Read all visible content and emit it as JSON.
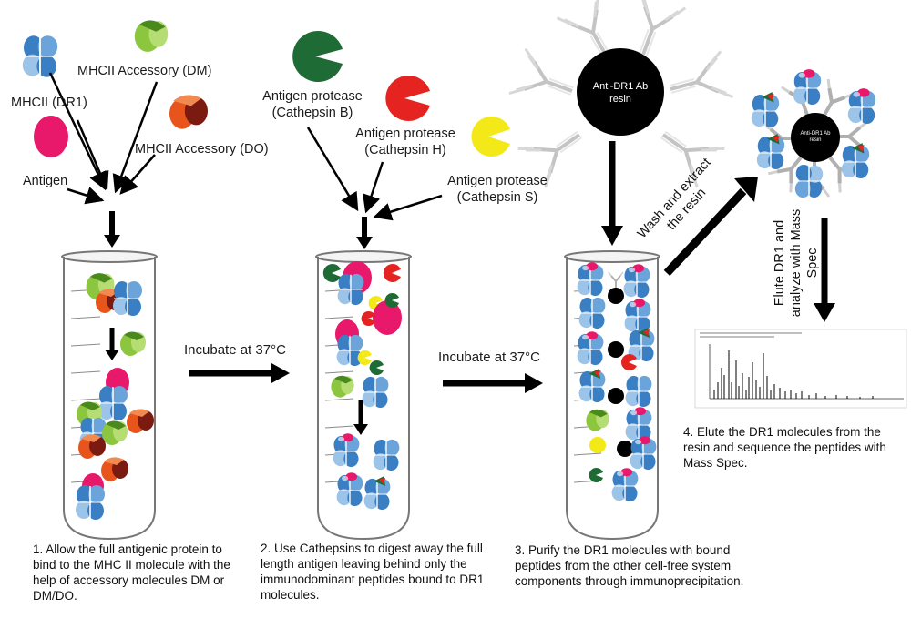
{
  "panel1": {
    "mhcii_label": "MHCII (DR1)",
    "dm_label": "MHCII Accessory (DM)",
    "do_label": "MHCII Accessory (DO)",
    "antigen_label": "Antigen",
    "caption": "1. Allow the full antigenic protein to bind to the MHC II molecule with the help of accessory molecules DM or DM/DO."
  },
  "panel2": {
    "cathepsin_b": [
      "Antigen protease",
      "(Cathepsin B)"
    ],
    "cathepsin_h": [
      "Antigen protease",
      "(Cathepsin H)"
    ],
    "cathepsin_s": [
      "Antigen protease",
      "(Cathepsin S)"
    ],
    "incubate_label": "Incubate at 37°C",
    "caption": "2.  Use Cathepsins to digest away the full length antigen leaving behind only the immunodominant peptides bound to DR1 molecules."
  },
  "panel3": {
    "resin_label": [
      "Anti-DR1 Ab",
      "resin"
    ],
    "incubate_label": "Incubate at 37°C",
    "wash_label": [
      "Wash and extract",
      "the resin"
    ],
    "caption": "3.  Purify the DR1 molecules with bound peptides from the other cell-free system components through immunoprecipitation."
  },
  "panel4": {
    "small_resin_label": [
      "Anti-DR1 Ab",
      "resin"
    ],
    "elute_label": [
      "Elute DR1 and",
      "analyze with Mass",
      "Spec"
    ],
    "caption": "4. Elute the DR1 molecules from the resin and sequence the peptides with Mass Spec."
  },
  "colors": {
    "mhc_blue": "#3a7fc4",
    "mhc_light": "#9cc3e8",
    "antigen_pink": "#e8196b",
    "dm_green": "#8cc63f",
    "dm_dark": "#4a8a1c",
    "do_orange": "#e8551c",
    "do_dark": "#7a1a10",
    "cathepsin_b": "#1f6b35",
    "cathepsin_h": "#e52421",
    "cathepsin_s": "#f3e918",
    "resin_black": "#000000"
  }
}
